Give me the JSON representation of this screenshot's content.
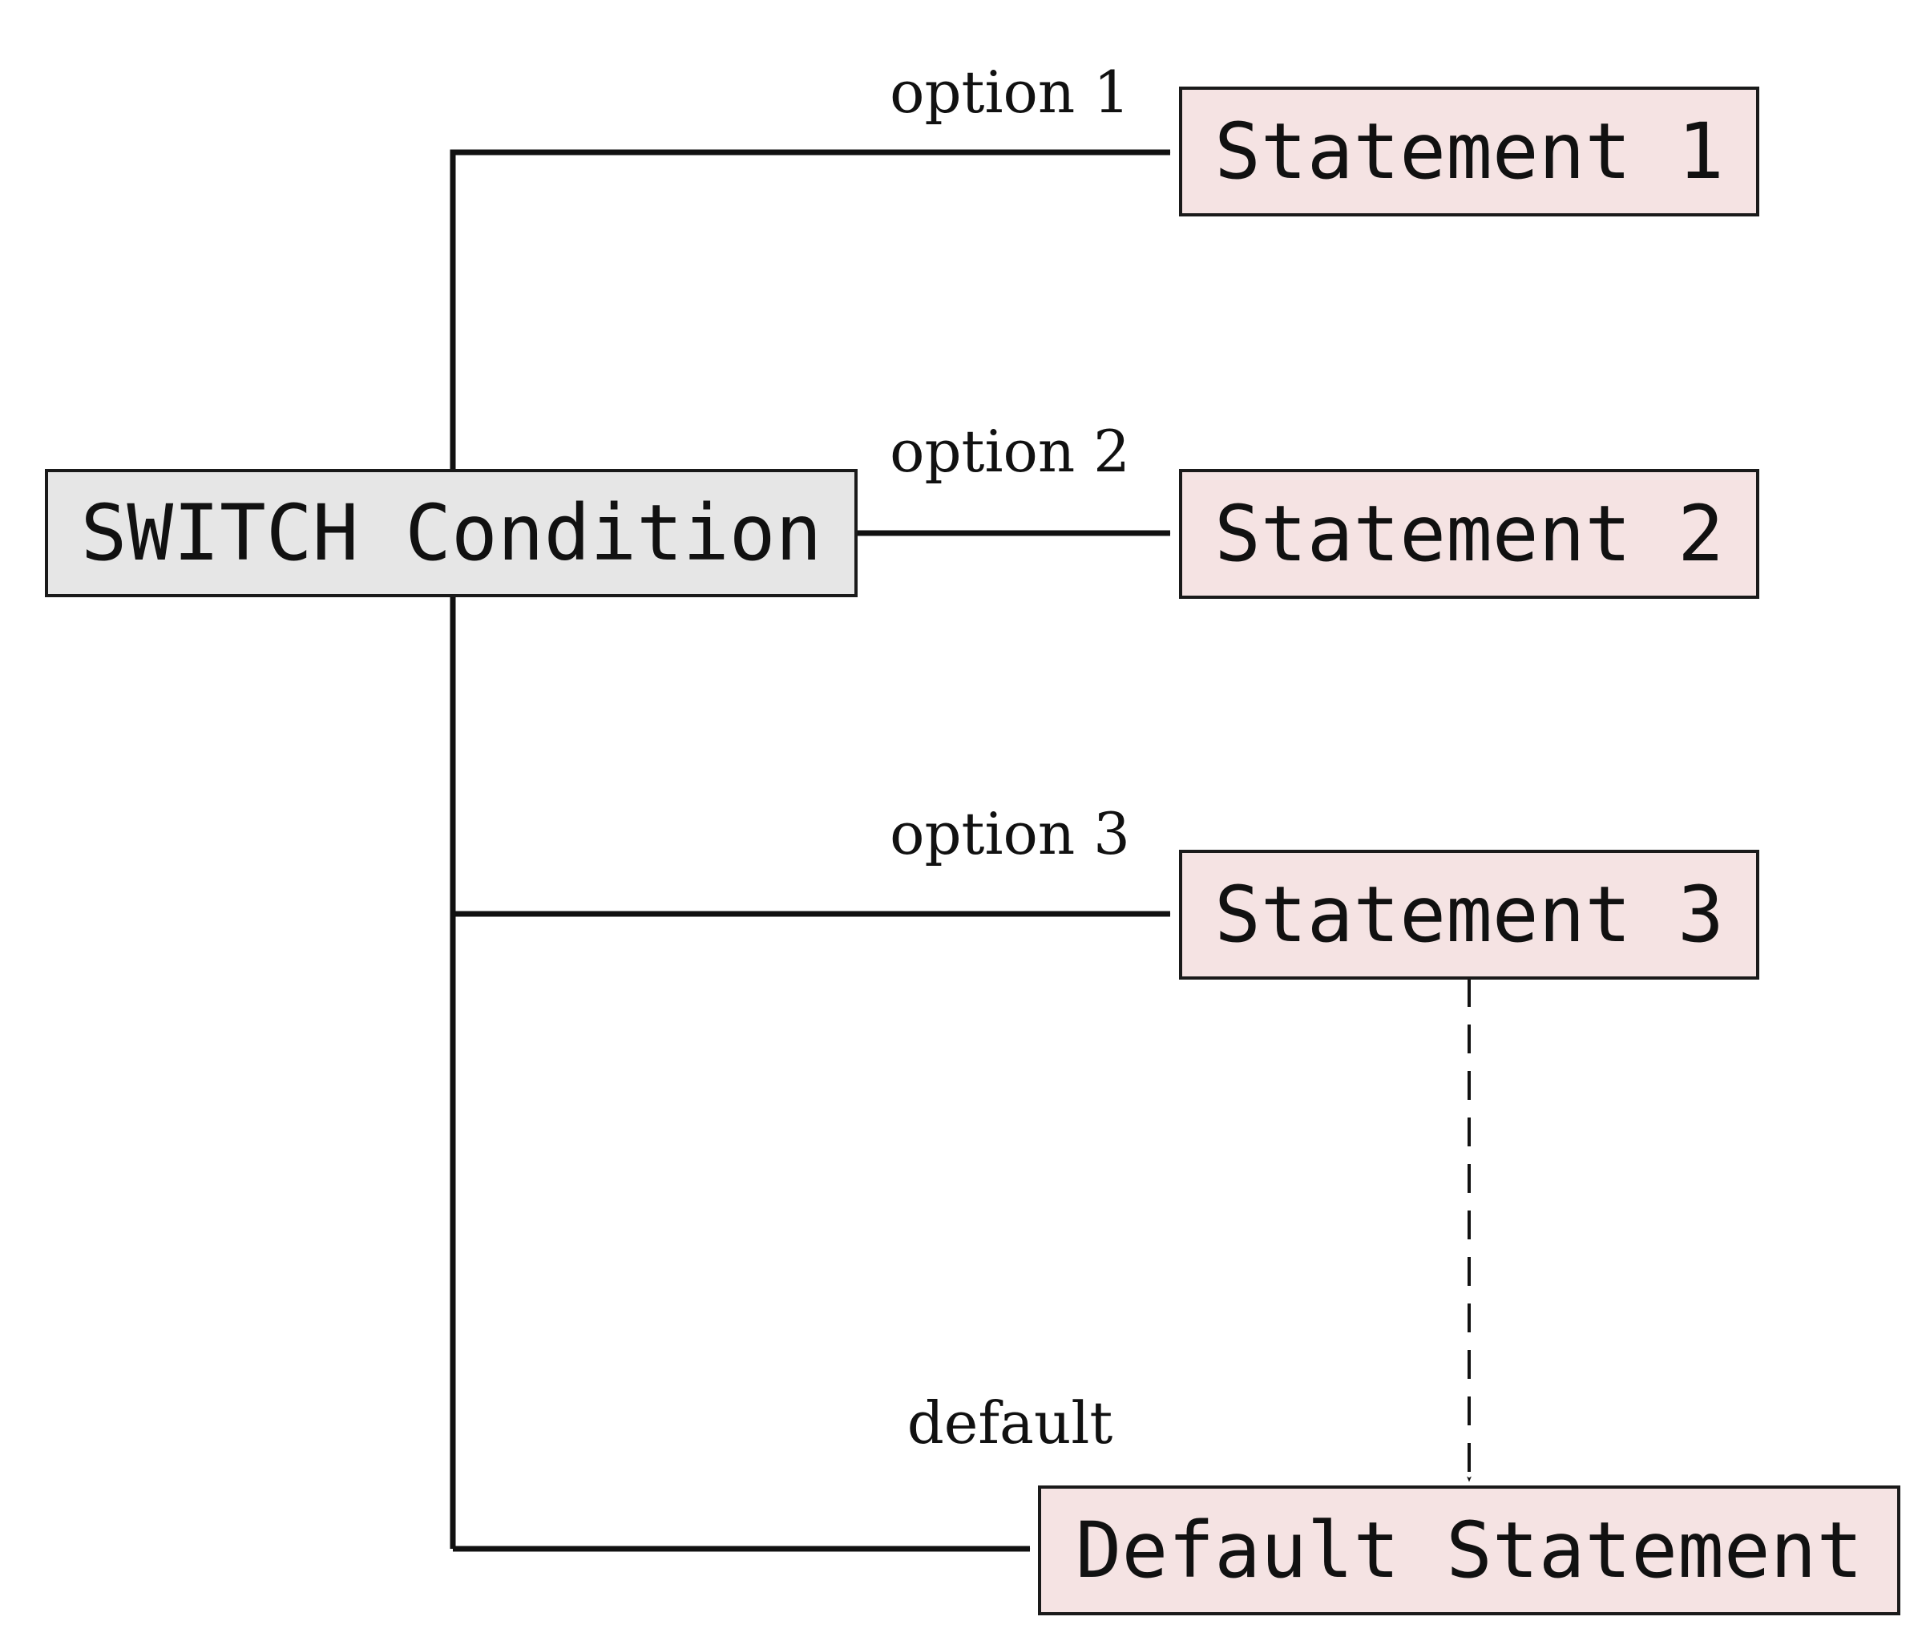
{
  "nodes": {
    "switch": "SWITCH Condition",
    "statement_1": "Statement 1",
    "statement_2": "Statement 2",
    "statement_3": "Statement 3",
    "default_statement": "Default Statement"
  },
  "edge_labels": {
    "option_1": "option 1",
    "option_2": "option 2",
    "option_3": "option 3",
    "default": "default"
  },
  "colors": {
    "switch_fill": "#e6e6e6",
    "statement_fill": "#f5e3e3",
    "stroke": "#111111"
  }
}
